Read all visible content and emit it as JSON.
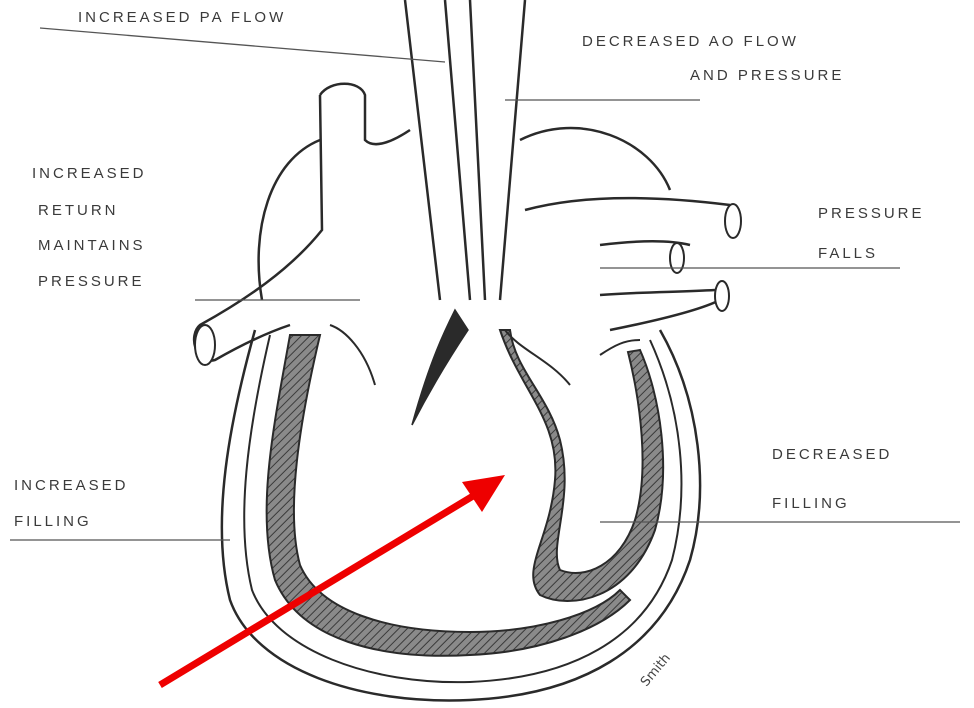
{
  "labels": {
    "increased_pa_flow": "INCREASED PA FLOW",
    "decreased_ao_line1": "DECREASED Ao FLOW",
    "decreased_ao_line2": "AND PRESSURE",
    "increased_return_1": "INCREASED",
    "increased_return_2": "RETURN",
    "increased_return_3": "MAINTAINS",
    "increased_return_4": "PRESSURE",
    "pressure_falls_1": "PRESSURE",
    "pressure_falls_2": "FALLS",
    "increased_filling_1": "INCREASED",
    "increased_filling_2": "FILLING",
    "decreased_filling_1": "DECREASED",
    "decreased_filling_2": "FILLING"
  },
  "signature": "Smith",
  "colors": {
    "ink": "#2a2a2a",
    "wall": "#6f6f6f",
    "arrow": "#ee0000",
    "background": "#ffffff"
  }
}
